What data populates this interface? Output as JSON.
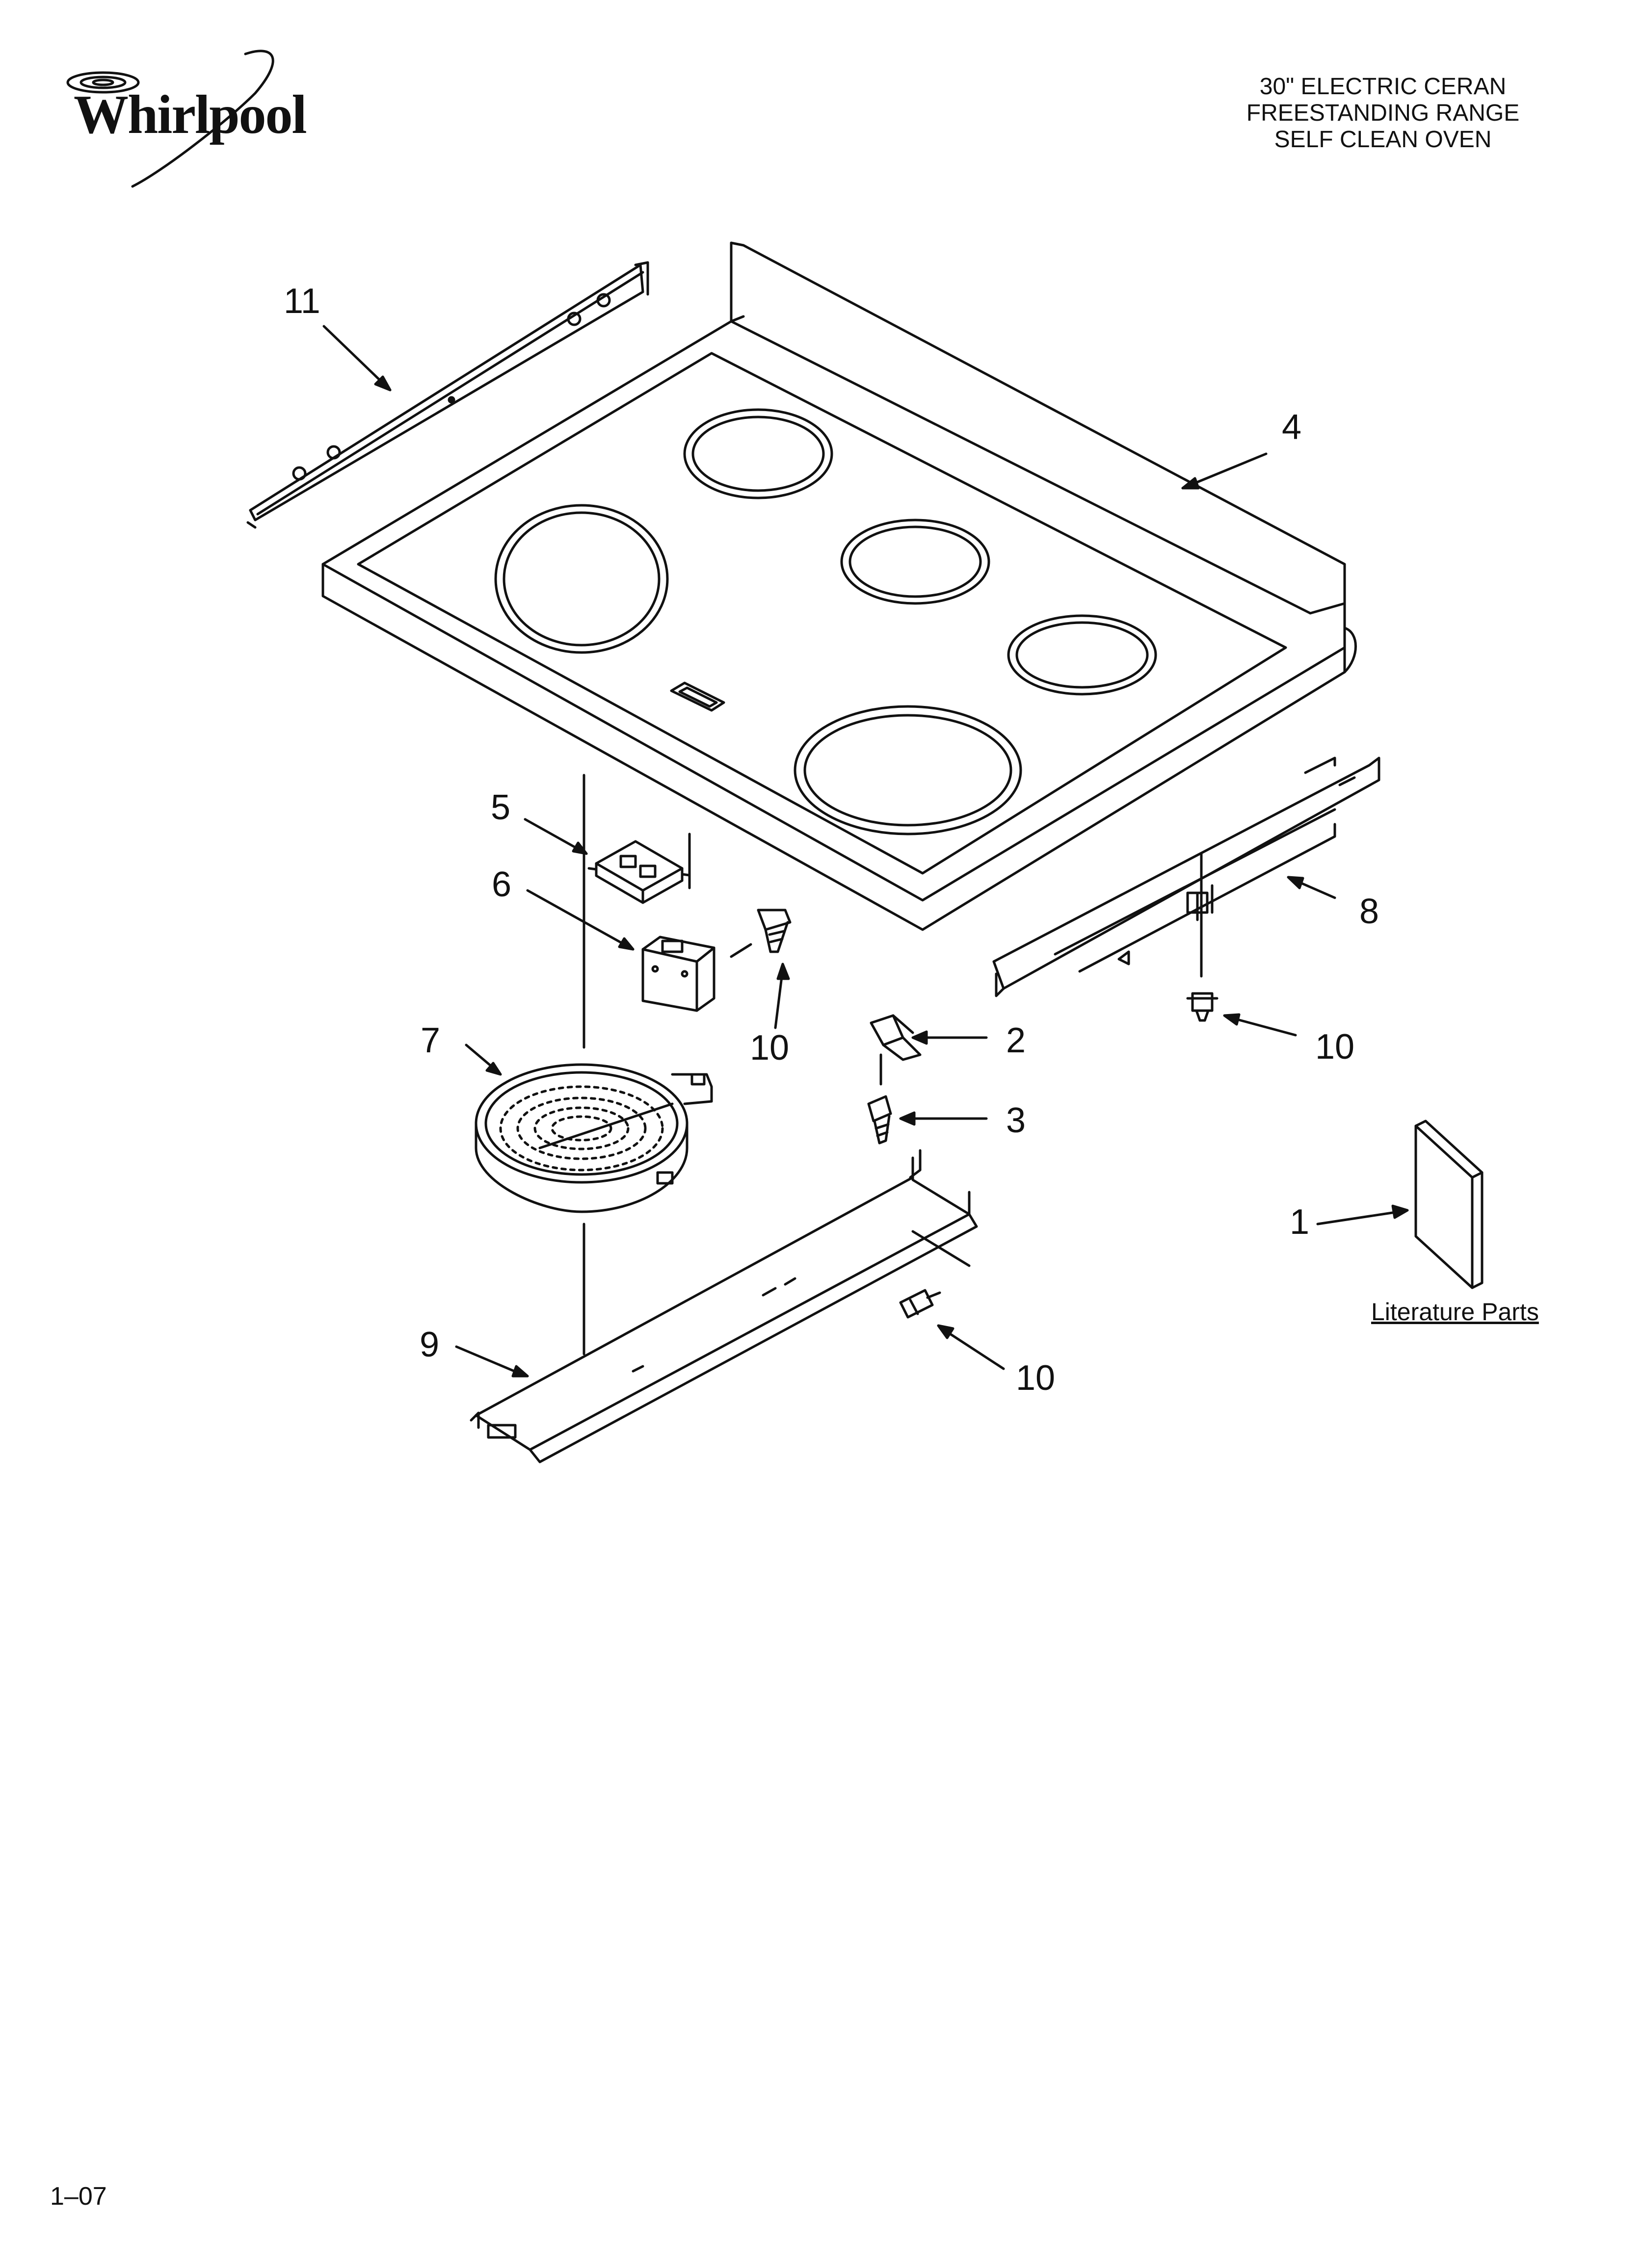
{
  "brand": {
    "name": "Whirlpool"
  },
  "header": {
    "lines": [
      "30\" ELECTRIC CERAN",
      "FREESTANDING RANGE",
      "SELF CLEAN OVEN"
    ]
  },
  "callouts": {
    "c11": "11",
    "c4": "4",
    "c5": "5",
    "c6": "6",
    "c7": "7",
    "c8": "8",
    "c9": "9",
    "c10a": "10",
    "c10b": "10",
    "c10c": "10",
    "c2": "2",
    "c3": "3",
    "c1": "1"
  },
  "literature": {
    "label": "Literature Parts"
  },
  "footer": {
    "page": "1–07"
  }
}
